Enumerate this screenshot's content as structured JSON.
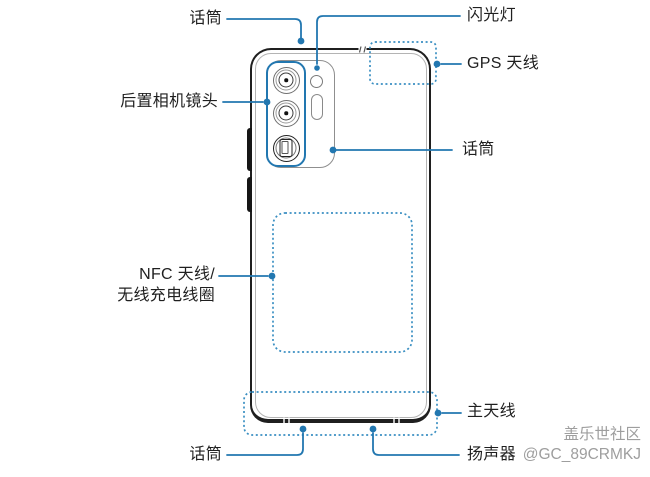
{
  "labels": {
    "mic_top": "话筒",
    "flash": "闪光灯",
    "gps_antenna": "GPS 天线",
    "rear_camera_lens": "后置相机镜头",
    "mic_middle": "话筒",
    "nfc_antenna_line1": "NFC 天线/",
    "nfc_antenna_line2": "无线充电线圈",
    "main_antenna": "主天线",
    "mic_bottom": "话筒",
    "speaker": "扬声器"
  },
  "watermark": {
    "community_name": "盖乐世社区",
    "user_handle": "@GC_89CRMKJ"
  },
  "colors": {
    "callout_blue": "#2277b0",
    "dotted_region_blue": "#3a8fc2",
    "label_text": "#1f1f1f",
    "watermark_gray": "#9e9e9e",
    "phone_outline": "#1f1f1f",
    "background": "#ffffff"
  }
}
